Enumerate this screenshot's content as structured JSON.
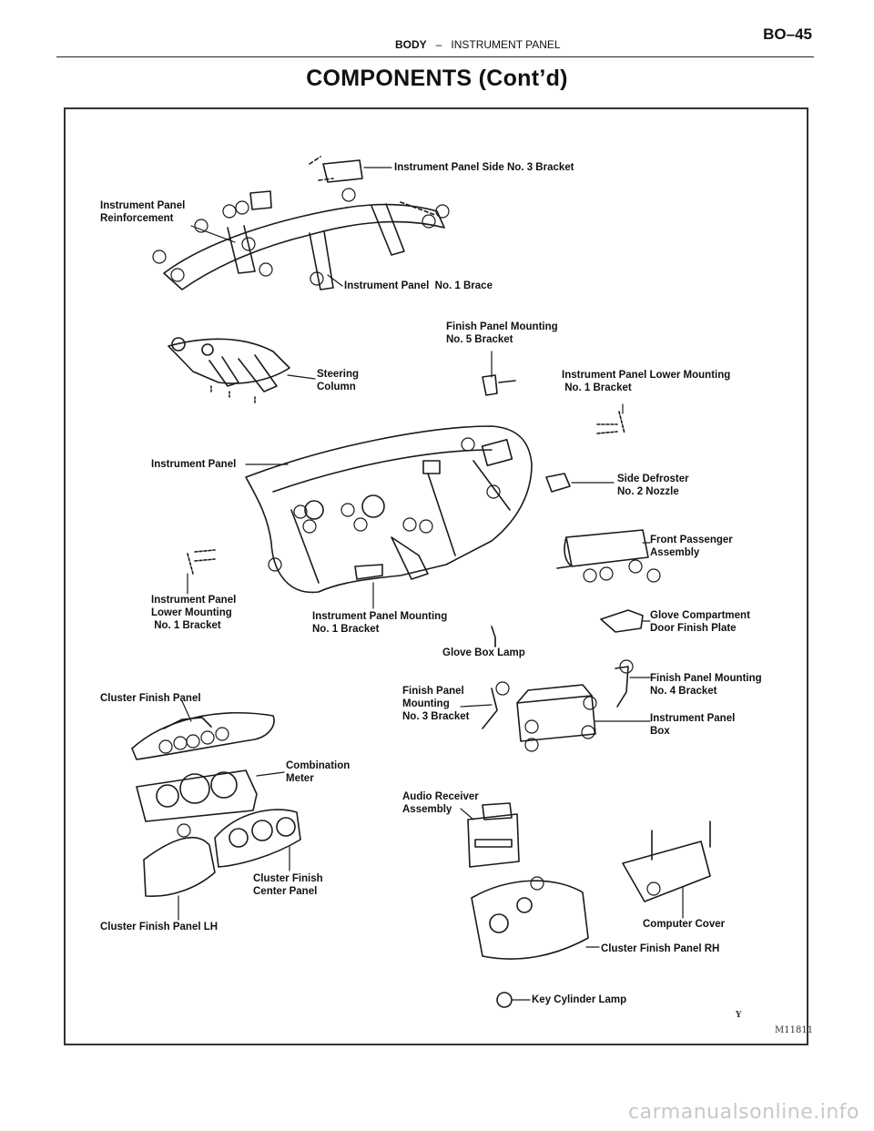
{
  "header": {
    "section": "BODY",
    "separator": "–",
    "subsection": "INSTRUMENT PANEL",
    "page_number": "BO–45"
  },
  "title": "COMPONENTS (Cont’d)",
  "figure": {
    "code": "M11811",
    "small_mark": "Y",
    "labels": {
      "side_no3_bracket": "Instrument Panel Side No. 3 Bracket",
      "reinforcement": "Instrument Panel\nReinforcement",
      "no1_brace": "Instrument Panel  No. 1 Brace",
      "finish_no5": "Finish Panel Mounting\nNo. 5 Bracket",
      "steering_column": "Steering\nColumn",
      "lower_mount_right": "Instrument Panel Lower Mounting\n No. 1 Bracket",
      "instrument_panel": "Instrument Panel",
      "side_defroster": "Side Defroster\nNo. 2 Nozzle",
      "front_passenger": "Front Passenger\nAssembly",
      "lower_mount_left": "Instrument Panel\nLower Mounting\n No. 1 Bracket",
      "mounting_no1": "Instrument Panel Mounting\nNo. 1 Bracket",
      "glove_finish": "Glove Compartment\nDoor Finish Plate",
      "glove_lamp": "Glove Box Lamp",
      "finish_no4": "Finish Panel Mounting\nNo. 4 Bracket",
      "cluster_finish": "Cluster Finish Panel",
      "finish_no3": "Finish Panel\nMounting\nNo. 3 Bracket",
      "panel_box": "Instrument Panel\nBox",
      "combination_meter": "Combination\nMeter",
      "audio_receiver": "Audio Receiver\nAssembly",
      "cluster_center": "Cluster Finish\nCenter Panel",
      "computer_cover": "Computer Cover",
      "cluster_lh": "Cluster Finish Panel LH",
      "cluster_rh": "Cluster Finish Panel RH",
      "key_lamp": "Key Cylinder Lamp"
    }
  },
  "footer": "carmanualsonline.info"
}
